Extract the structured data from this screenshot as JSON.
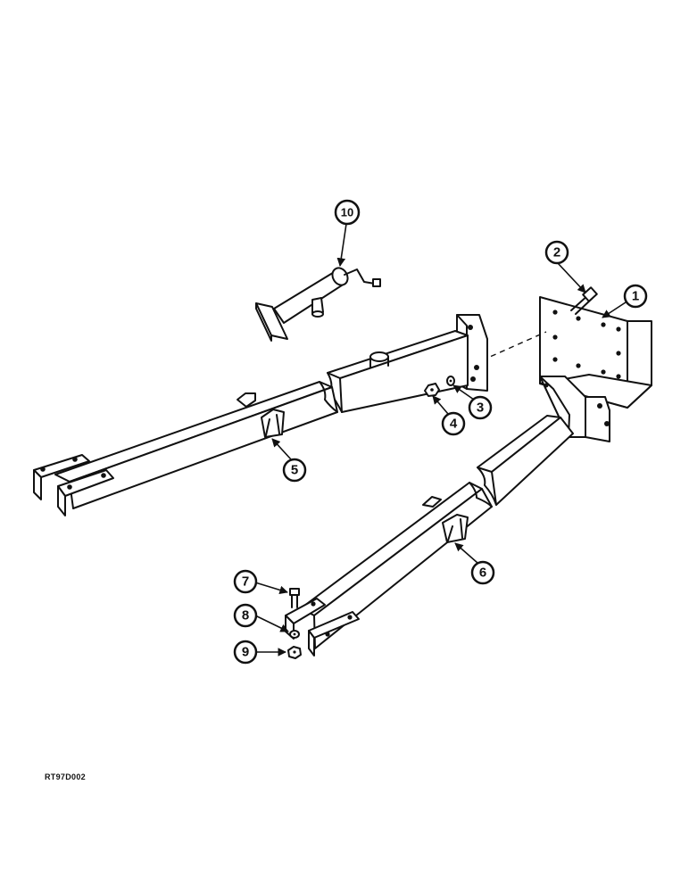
{
  "callouts": {
    "c1": "1",
    "c2": "2",
    "c3": "3",
    "c4": "4",
    "c5": "5",
    "c6": "6",
    "c7": "7",
    "c8": "8",
    "c9": "9",
    "c10": "10"
  },
  "figure_code": "RT97D002",
  "colors": {
    "ink": "#111111",
    "paper": "#ffffff"
  }
}
